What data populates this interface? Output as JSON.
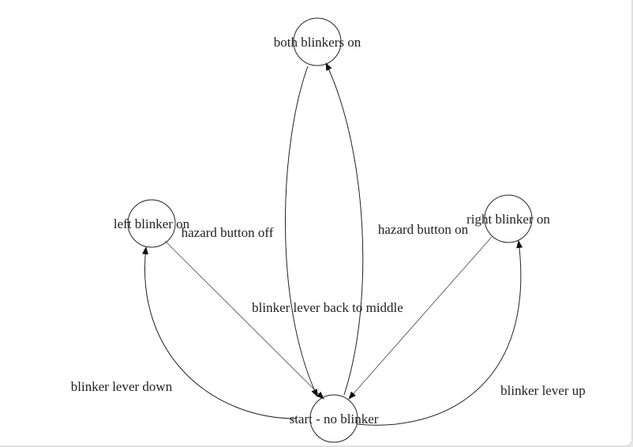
{
  "diagram": {
    "nodes": [
      {
        "id": "both",
        "label": "both blinkers on"
      },
      {
        "id": "left",
        "label": "left blinker on"
      },
      {
        "id": "right",
        "label": "right blinker on"
      },
      {
        "id": "start",
        "label": "start - no blinker"
      }
    ],
    "edges": [
      {
        "id": "start_to_left",
        "from": "start",
        "to": "left",
        "label": "blinker lever down"
      },
      {
        "id": "start_to_right",
        "from": "start",
        "to": "right",
        "label": "blinker lever up"
      },
      {
        "id": "left_to_start",
        "from": "left",
        "to": "start",
        "label": "blinker lever back to middle"
      },
      {
        "id": "right_to_start",
        "from": "right",
        "to": "start",
        "label": ""
      },
      {
        "id": "start_to_both",
        "from": "start",
        "to": "both",
        "label": "hazard button on"
      },
      {
        "id": "both_to_start",
        "from": "both",
        "to": "start",
        "label": "hazard button off"
      }
    ]
  },
  "colors": {
    "stroke": "#222222",
    "background": "#ffffff",
    "frame": "#e0e0e0"
  }
}
